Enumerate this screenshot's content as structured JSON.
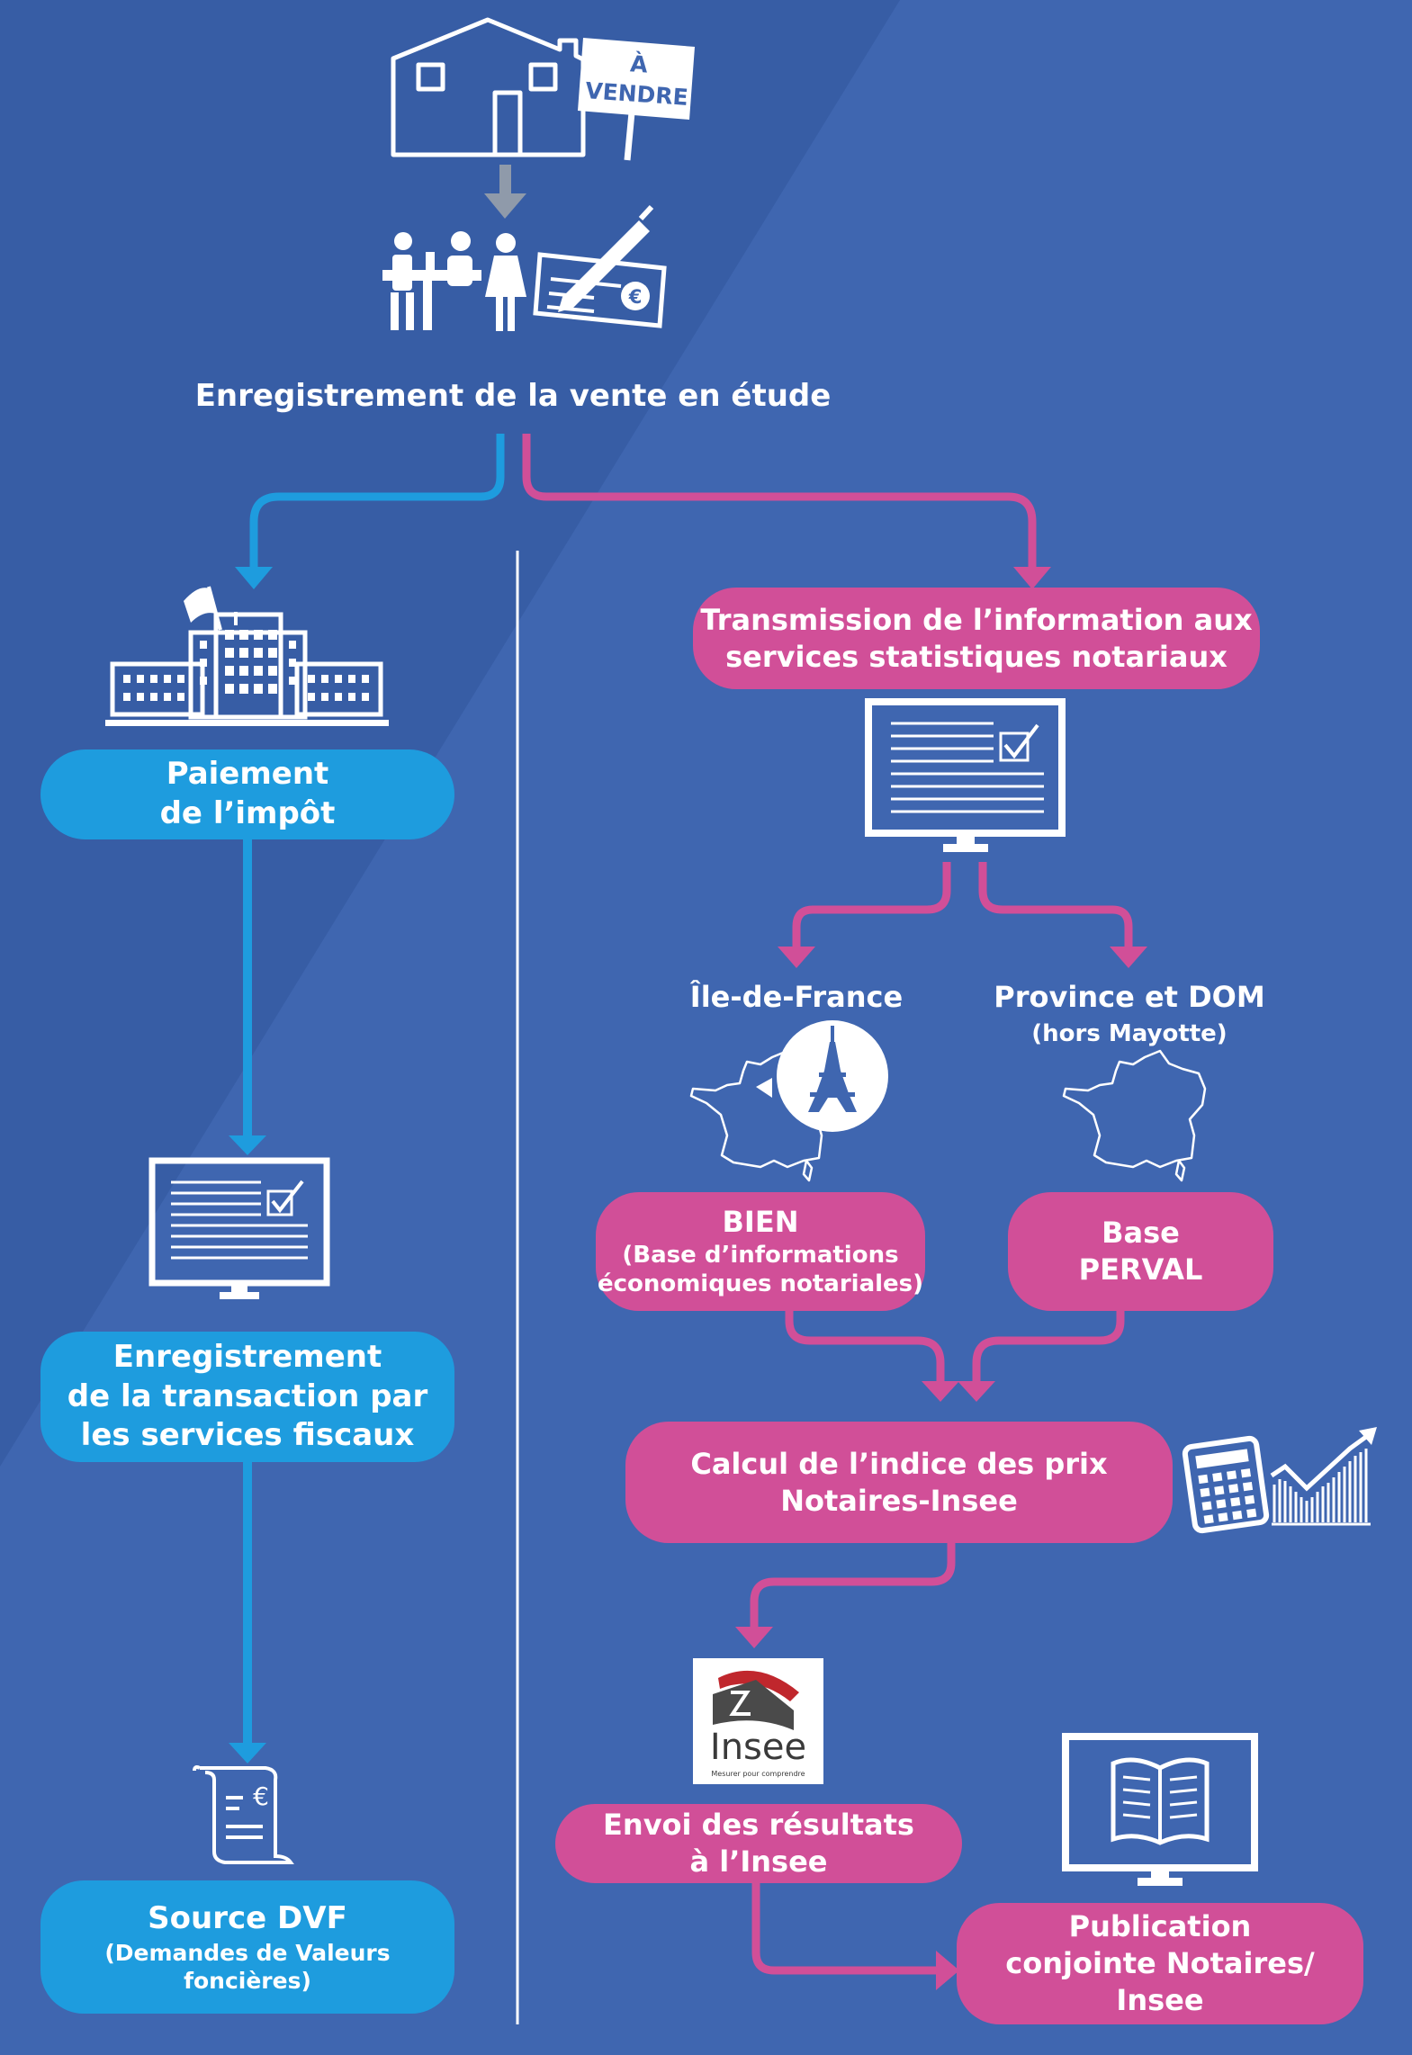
{
  "colors": {
    "background": "#3f66b0",
    "background_dark": "#375da5",
    "blue": "#1e9cde",
    "pink": "#d14f98",
    "gray_arrow": "#8f9aaa"
  },
  "sale": {
    "sign_line1": "À",
    "sign_line2": "VENDRE",
    "title": "Enregistrement de la vente en étude"
  },
  "fiscal": {
    "payment_line1": "Paiement",
    "payment_line2": "de l’impôt",
    "registration_line1": "Enregistrement",
    "registration_line2": "de la transaction par",
    "registration_line3": "les services fiscaux",
    "dvf_title": "Source DVF",
    "dvf_sub_line1": "(Demandes de Valeurs",
    "dvf_sub_line2": "foncières)"
  },
  "notarial": {
    "transmission_line1": "Transmission de l’information aux",
    "transmission_line2": "services statistiques notariaux",
    "idf_label": "Île-de-France",
    "province_label": "Province et DOM",
    "province_sub": "(hors Mayotte)",
    "bien_title": "BIEN",
    "bien_sub_line1": "(Base d’informations",
    "bien_sub_line2": "économiques notariales)",
    "perval_line1": "Base",
    "perval_line2": "PERVAL",
    "calc_line1": "Calcul de l’indice des prix",
    "calc_line2": "Notaires-Insee",
    "insee_logo_text": "Insee",
    "insee_tagline": "Mesurer pour comprendre",
    "envoi_line1": "Envoi des résultats",
    "envoi_line2": "à l’Insee",
    "publication_line1": "Publication",
    "publication_line2": "conjointe Notaires/",
    "publication_line3": "Insee"
  },
  "icons": [
    "house-icon",
    "for-sale-sign-icon",
    "meeting-people-icon",
    "check-signing-icon",
    "euro-icon",
    "tax-office-building-icon",
    "flag-icon",
    "monitor-check-icon",
    "tax-document-icon",
    "eiffel-tower-icon",
    "france-map-icon",
    "calculator-icon",
    "rising-chart-icon",
    "insee-logo",
    "monitor-book-icon"
  ]
}
